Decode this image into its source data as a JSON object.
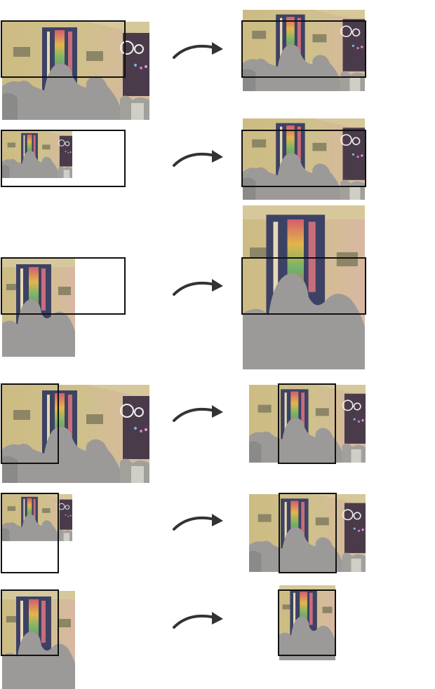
{
  "diagram": {
    "kind": "image-resize-and-crop-modes",
    "rows": [
      {
        "id": "row-1",
        "source": "wide",
        "frame": "landscape",
        "result": "fill"
      },
      {
        "id": "row-2",
        "source": "wide-small",
        "frame": "landscape",
        "result": "fill"
      },
      {
        "id": "row-3",
        "source": "tall",
        "frame": "landscape",
        "result": "fill"
      },
      {
        "id": "row-4",
        "source": "wide",
        "frame": "portrait",
        "result": "fill"
      },
      {
        "id": "row-5",
        "source": "wide-small",
        "frame": "portrait",
        "result": "fill"
      },
      {
        "id": "row-6",
        "source": "tall",
        "frame": "portrait",
        "result": "fit"
      }
    ],
    "icons": {
      "arrow": "curved-arrow-right-icon"
    },
    "colors": {
      "frame": "#111111",
      "arrow": "#333333",
      "photo_wall": "#c9b77a",
      "photo_crowd": "#9a9a9a",
      "photo_banner": "#3a3f63"
    }
  }
}
